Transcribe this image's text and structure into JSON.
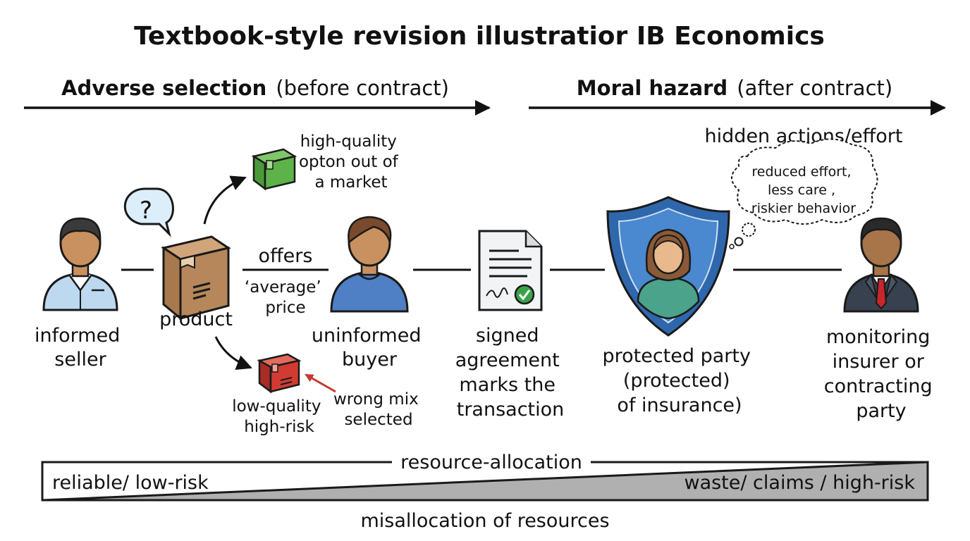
{
  "title": "Textbook-style revision illustratior IB Economics",
  "sections": {
    "adverse": {
      "bold": "Adverse selection",
      "rest": "(before contract)"
    },
    "moral": {
      "bold": "Moral hazard",
      "rest": "(after contract)"
    }
  },
  "hidden_actions": "hidden actions/effort",
  "thought_bubble": [
    "reduced effort,",
    "less care ,",
    "riskier behavior"
  ],
  "question_mark": "?",
  "high_quality": [
    "high-quality",
    "opton out of",
    "a market"
  ],
  "product_label": "product",
  "offers": "offers",
  "average_price": [
    "‘average’",
    "price"
  ],
  "low_quality": [
    "low-quality",
    "high-risk"
  ],
  "wrong_mix": [
    "wrong mix",
    "selected"
  ],
  "informed_seller": [
    "informed",
    "seller"
  ],
  "uninformed_buyer": [
    "uninformed",
    "buyer"
  ],
  "signed_agreement": [
    "signed",
    "agreement",
    "marks the",
    "transaction"
  ],
  "protected_party": [
    "protected party",
    "(protected)",
    "of insurance)"
  ],
  "monitoring": [
    "monitoring",
    "insurer or",
    "contracting",
    "party"
  ],
  "bar": {
    "top_label": "resource-allocation",
    "left_label": "reliable/ low-risk",
    "right_label": "waste/ claims / high-risk",
    "bottom_label": "misallocation of resources"
  },
  "colors": {
    "skin": "#c9915f",
    "hair": "#3a3a3a",
    "seller_shirt": "#bcd9f0",
    "buyer_shirt": "#4f7fc4",
    "box_brown": "#b5875a",
    "box_green": "#5db34a",
    "box_red": "#d23b32",
    "shield": "#2f67ad",
    "suit": "#37414f",
    "tie": "#c8262b",
    "check": "#3aa34a",
    "bar_gray": "#b0b0b0"
  }
}
